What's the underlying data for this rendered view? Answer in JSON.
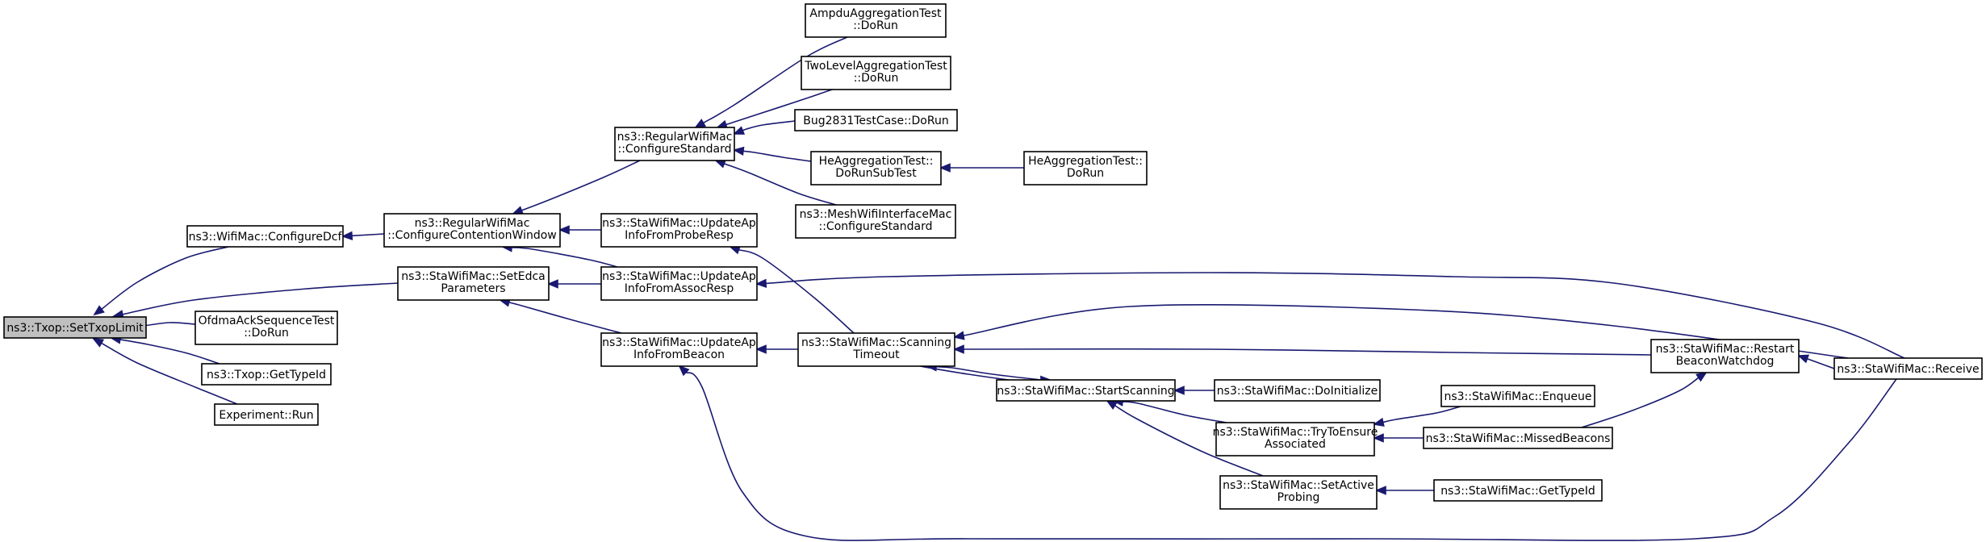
{
  "title": "ns3::Txop::SetTxopLimit caller graph",
  "colors": {
    "edge": "#191970",
    "focus_fill": "#bfbfbf",
    "node_fill": "#ffffff",
    "node_border": "#000000"
  },
  "nodes": {
    "settxop": {
      "lines": [
        "ns3::Txop::SetTxopLimit"
      ],
      "focus": true
    },
    "confdcf": {
      "lines": [
        "ns3::WifiMac::ConfigureDcf"
      ]
    },
    "setedca": {
      "lines": [
        "ns3::StaWifiMac::SetEdca",
        "Parameters"
      ]
    },
    "ofdma": {
      "lines": [
        "OfdmaAckSequenceTest",
        "::DoRun"
      ]
    },
    "gettype": {
      "lines": [
        "ns3::Txop::GetTypeId"
      ]
    },
    "exprun": {
      "lines": [
        "Experiment::Run"
      ]
    },
    "confcw": {
      "lines": [
        "ns3::RegularWifiMac",
        "::ConfigureContentionWindow"
      ]
    },
    "confstd": {
      "lines": [
        "ns3::RegularWifiMac",
        "::ConfigureStandard"
      ]
    },
    "upprobe": {
      "lines": [
        "ns3::StaWifiMac::UpdateAp",
        "InfoFromProbeResp"
      ]
    },
    "upassoc": {
      "lines": [
        "ns3::StaWifiMac::UpdateAp",
        "InfoFromAssocResp"
      ]
    },
    "upbeacon": {
      "lines": [
        "ns3::StaWifiMac::UpdateAp",
        "InfoFromBeacon"
      ]
    },
    "ampdu": {
      "lines": [
        "AmpduAggregationTest",
        "::DoRun"
      ]
    },
    "twolevel": {
      "lines": [
        "TwoLevelAggregationTest",
        "::DoRun"
      ]
    },
    "bug2831": {
      "lines": [
        "Bug2831TestCase::DoRun"
      ]
    },
    "hesub": {
      "lines": [
        "HeAggregationTest::",
        "DoRunSubTest"
      ]
    },
    "mesh": {
      "lines": [
        "ns3::MeshWifiInterfaceMac",
        "::ConfigureStandard"
      ]
    },
    "scantime": {
      "lines": [
        "ns3::StaWifiMac::Scanning",
        "Timeout"
      ]
    },
    "hedorun": {
      "lines": [
        "HeAggregationTest::",
        "DoRun"
      ]
    },
    "startscan": {
      "lines": [
        "ns3::StaWifiMac::StartScanning"
      ]
    },
    "doinit": {
      "lines": [
        "ns3::StaWifiMac::DoInitialize"
      ]
    },
    "tryassoc": {
      "lines": [
        "ns3::StaWifiMac::TryToEnsure",
        "Associated"
      ]
    },
    "setactive": {
      "lines": [
        "ns3::StaWifiMac::SetActive",
        "Probing"
      ]
    },
    "enqueue": {
      "lines": [
        "ns3::StaWifiMac::Enqueue"
      ]
    },
    "missed": {
      "lines": [
        "ns3::StaWifiMac::MissedBeacons"
      ]
    },
    "stagettype": {
      "lines": [
        "ns3::StaWifiMac::GetTypeId"
      ]
    },
    "restart": {
      "lines": [
        "ns3::StaWifiMac::Restart",
        "BeaconWatchdog"
      ]
    },
    "receive": {
      "lines": [
        "ns3::StaWifiMac::Receive"
      ]
    }
  },
  "edges": [
    {
      "from": "confdcf",
      "to": "settxop"
    },
    {
      "from": "setedca",
      "to": "settxop"
    },
    {
      "from": "ofdma",
      "to": "settxop"
    },
    {
      "from": "gettype",
      "to": "settxop"
    },
    {
      "from": "exprun",
      "to": "settxop"
    },
    {
      "from": "confcw",
      "to": "confdcf"
    },
    {
      "from": "confstd",
      "to": "confcw"
    },
    {
      "from": "upprobe",
      "to": "confcw"
    },
    {
      "from": "upassoc",
      "to": "confcw"
    },
    {
      "from": "upassoc",
      "to": "setedca"
    },
    {
      "from": "upbeacon",
      "to": "setedca"
    },
    {
      "from": "ampdu",
      "to": "confstd"
    },
    {
      "from": "twolevel",
      "to": "confstd"
    },
    {
      "from": "bug2831",
      "to": "confstd"
    },
    {
      "from": "hesub",
      "to": "confstd"
    },
    {
      "from": "mesh",
      "to": "confstd"
    },
    {
      "from": "hedorun",
      "to": "hesub"
    },
    {
      "from": "scantime",
      "to": "upprobe"
    },
    {
      "from": "receive",
      "to": "upassoc"
    },
    {
      "from": "scantime",
      "to": "upbeacon"
    },
    {
      "from": "receive",
      "to": "upbeacon"
    },
    {
      "from": "receive",
      "to": "scantime"
    },
    {
      "from": "restart",
      "to": "scantime"
    },
    {
      "from": "startscan",
      "to": "scantime"
    },
    {
      "from": "scantime",
      "to": "startscan"
    },
    {
      "from": "doinit",
      "to": "startscan"
    },
    {
      "from": "tryassoc",
      "to": "startscan"
    },
    {
      "from": "setactive",
      "to": "startscan"
    },
    {
      "from": "enqueue",
      "to": "tryassoc"
    },
    {
      "from": "missed",
      "to": "tryassoc"
    },
    {
      "from": "stagettype",
      "to": "setactive"
    },
    {
      "from": "missed",
      "to": "restart"
    },
    {
      "from": "receive",
      "to": "restart"
    }
  ]
}
